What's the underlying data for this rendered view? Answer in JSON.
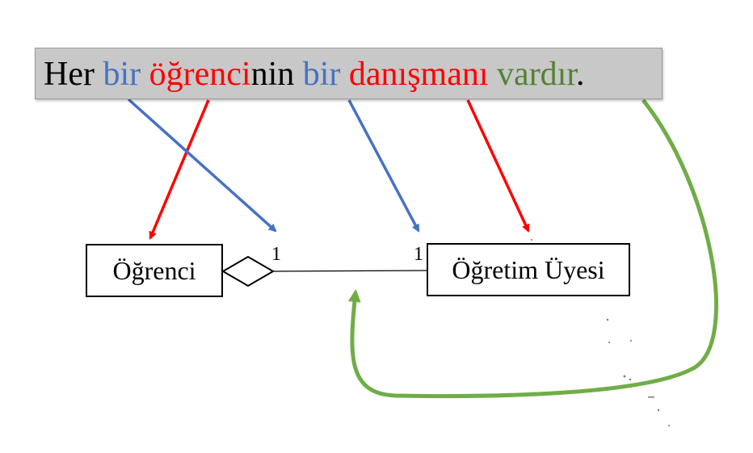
{
  "sentence": {
    "segments": [
      {
        "text": "Her ",
        "color": "#000000"
      },
      {
        "text": "bir",
        "color": "#4472c4"
      },
      {
        "text": " ",
        "color": "#000000"
      },
      {
        "text": "öğrenci",
        "color": "#ff0000"
      },
      {
        "text": "nin ",
        "color": "#000000"
      },
      {
        "text": "bir",
        "color": "#4472c4"
      },
      {
        "text": " ",
        "color": "#000000"
      },
      {
        "text": "danışmanı",
        "color": "#ff0000"
      },
      {
        "text": " ",
        "color": "#000000"
      },
      {
        "text": "vardır",
        "color": "#548235"
      },
      {
        "text": ".",
        "color": "#000000"
      }
    ]
  },
  "classes": {
    "student": "Öğrenci",
    "faculty": "Öğretim Üyesi"
  },
  "association": {
    "left_multiplicity": "1",
    "right_multiplicity": "1",
    "type": "aggregation"
  },
  "colors": {
    "quantifier_arrow": "#4472c4",
    "entity_arrow": "#ff0000",
    "relation_arrow": "#70ad47"
  }
}
